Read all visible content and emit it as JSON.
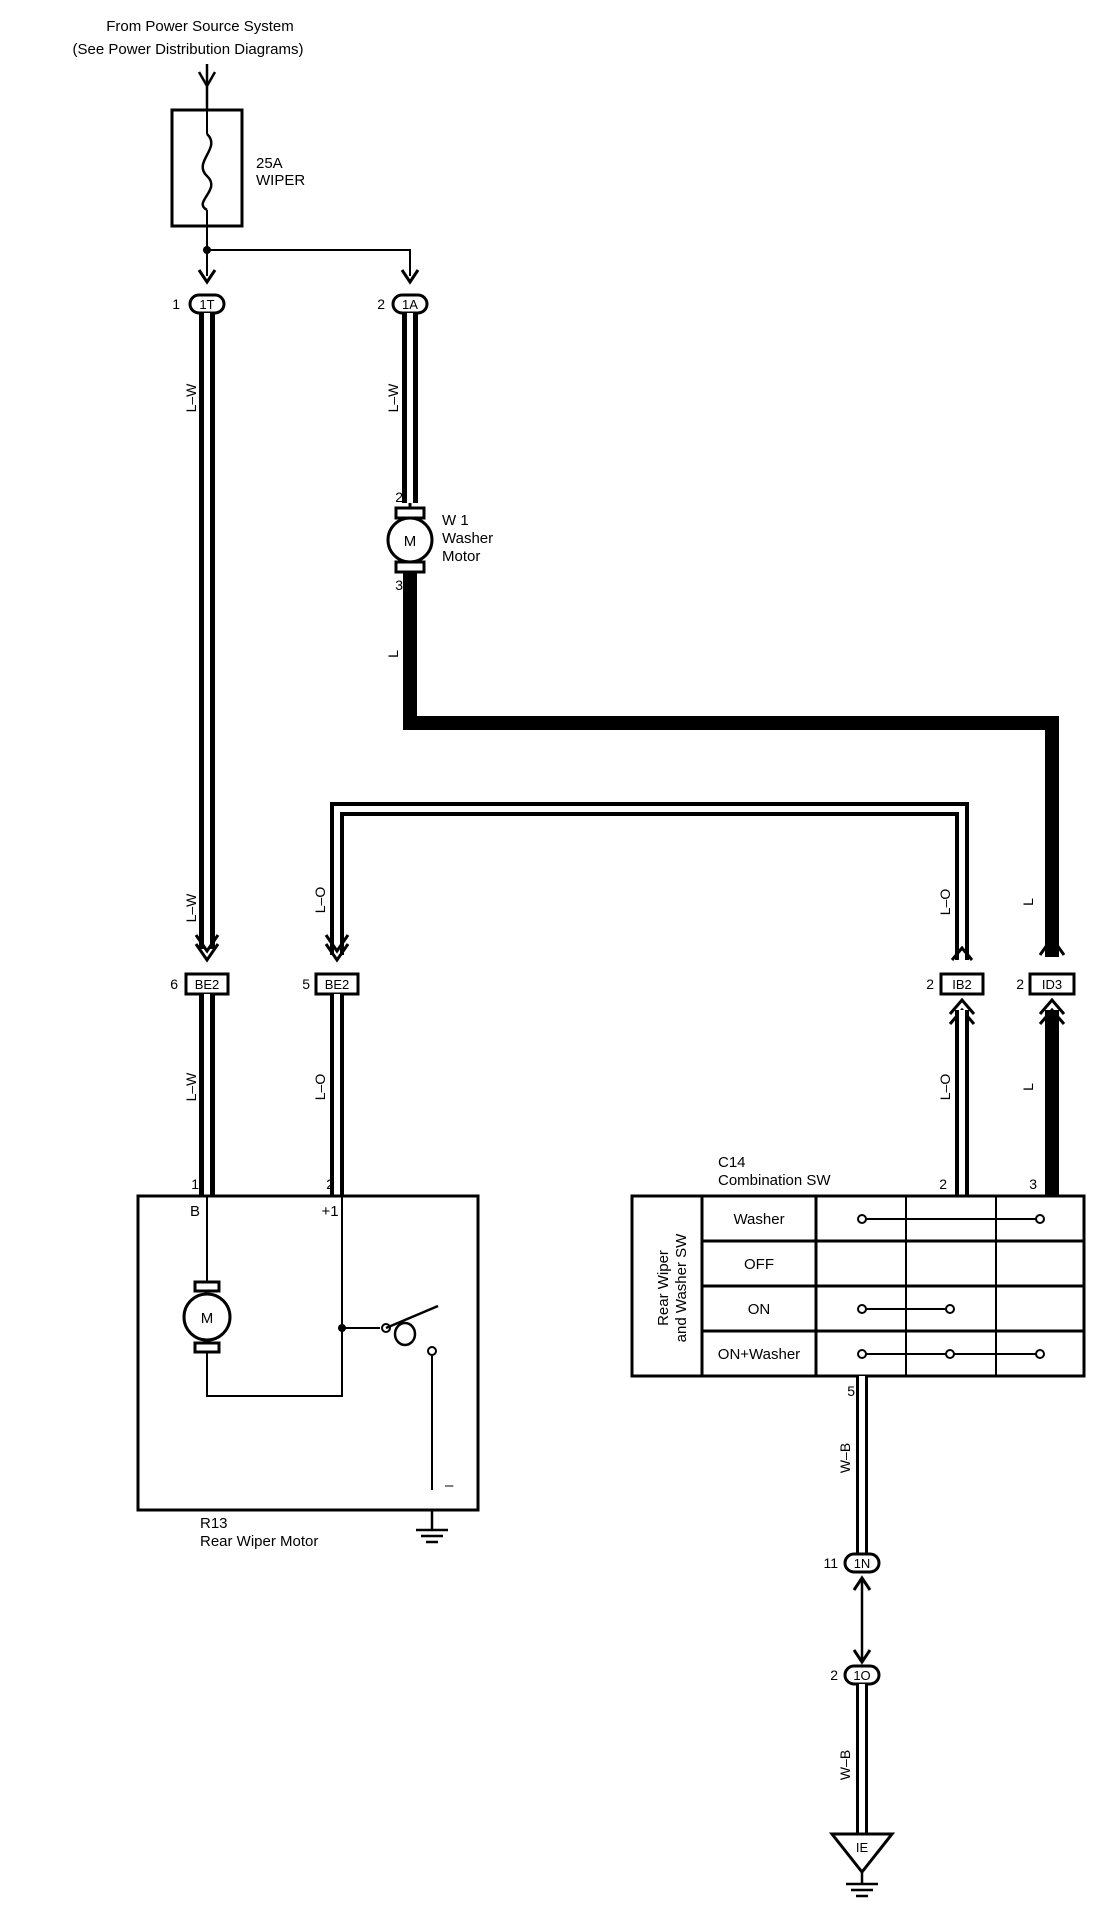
{
  "source": {
    "line1": "From Power Source System",
    "line2": "(See Power Distribution Diagrams)"
  },
  "fuse": {
    "rating": "25A",
    "name": "WIPER"
  },
  "connectors": {
    "c_1t": {
      "pin": "1",
      "id": "1T"
    },
    "c_1a": {
      "pin": "2",
      "id": "1A"
    },
    "c_be2_6": {
      "pin": "6",
      "id": "BE2"
    },
    "c_be2_5": {
      "pin": "5",
      "id": "BE2"
    },
    "c_ib2": {
      "pin": "2",
      "id": "IB2"
    },
    "c_id3": {
      "pin": "2",
      "id": "ID3"
    },
    "c_1n": {
      "pin": "11",
      "id": "1N"
    },
    "c_1o": {
      "pin": "2",
      "id": "1O"
    },
    "c_ie": {
      "id": "IE"
    }
  },
  "wires": {
    "lw_top_left": "L–W",
    "lw_top_right": "L–W",
    "l_washer": "L",
    "lw_mid": "L–W",
    "lo_mid": "L–O",
    "lo_right": "L–O",
    "l_right": "L",
    "lw_bottom": "L–W",
    "lo_bottom": "L–O",
    "lo_right_bottom": "L–O",
    "l_right_bottom": "L",
    "wb_top": "W–B",
    "wb_bottom": "W–B"
  },
  "washer_motor": {
    "id": "W 1",
    "name_line1": "Washer",
    "name_line2": "Motor",
    "symbol": "M",
    "pin_top": "2",
    "pin_bottom": "3"
  },
  "wiper_motor": {
    "id": "R13",
    "name": "Rear Wiper Motor",
    "symbol": "M",
    "pin1": "1",
    "pin2": "2",
    "term_b": "B",
    "term_plus1": "+1",
    "term_minus": "–"
  },
  "combination_sw": {
    "id": "C14",
    "name": "Combination SW",
    "pin2": "2",
    "pin3": "3",
    "pin5": "5",
    "vertical_line1": "Rear Wiper",
    "vertical_line2": "and Washer SW",
    "rows": [
      "Washer",
      "OFF",
      "ON",
      "ON+Washer"
    ]
  },
  "colors": {
    "ink": "#000000",
    "paper": "#ffffff"
  }
}
